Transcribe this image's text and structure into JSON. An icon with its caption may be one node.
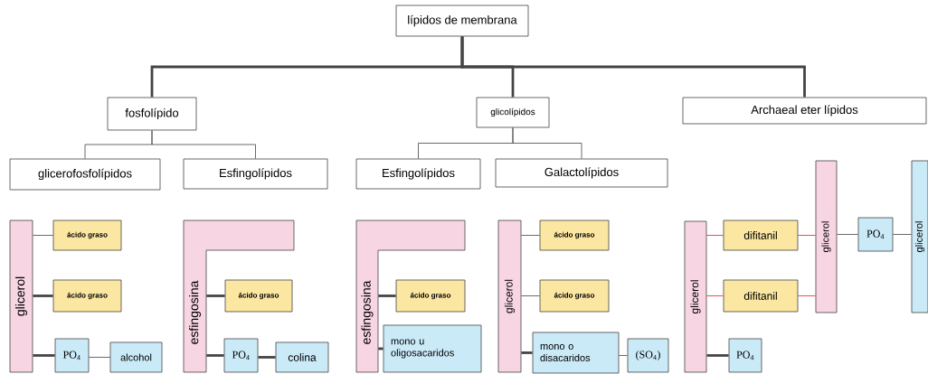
{
  "diagram": {
    "nodes": [
      {
        "text": [
          "lípidos de membrana"
        ]
      },
      {
        "text": [
          "fosfolípido"
        ]
      },
      {
        "text": [
          "glicolípidos"
        ]
      },
      {
        "text": [
          "Archaeal eter lípidos"
        ]
      },
      {
        "text": [
          "glicerofosfolípidos"
        ]
      },
      {
        "text": [
          "Esfingolípidos"
        ]
      },
      {
        "text": [
          "Esfingolípidos"
        ]
      },
      {
        "text": [
          "Galactolípidos"
        ]
      },
      {
        "text": [
          "glicerol"
        ]
      },
      {
        "text": [
          "ácido graso"
        ]
      },
      {
        "text": [
          "ácido graso"
        ]
      },
      {
        "text": [
          "PO$_{4}$"
        ]
      },
      {
        "text": [
          "alcohol"
        ]
      },
      {
        "text": [
          "esfingosina"
        ]
      },
      {
        "text": [
          "ácido graso"
        ]
      },
      {
        "text": [
          "PO$_{4}$"
        ]
      },
      {
        "text": [
          "colina"
        ]
      },
      {
        "text": [
          "esfingosina"
        ]
      },
      {
        "text": [
          "ácido graso"
        ]
      },
      {
        "text": [
          "mono u oligosacaridos"
        ]
      },
      {
        "text": [
          "glicerol"
        ]
      },
      {
        "text": [
          "ácido graso"
        ]
      },
      {
        "text": [
          "ácido graso"
        ]
      },
      {
        "text": [
          "mono o disacaridos"
        ]
      },
      {
        "text": [
          "(SO$_{4}$)"
        ]
      },
      {
        "text": [
          "glicerol"
        ]
      },
      {
        "text": [
          "difitanil"
        ]
      },
      {
        "text": [
          "difitanil"
        ]
      },
      {
        "text": [
          "glicerol"
        ]
      },
      {
        "text": [
          "PO$_{4}$"
        ]
      },
      {
        "text": [
          "glicerol"
        ]
      },
      {
        "text": [
          "PO$_{4}$"
        ]
      }
    ],
    "edges": [
      {
        "from": 0,
        "to": 1,
        "arrow": "none",
        "style": "thick"
      },
      {
        "from": 0,
        "to": 2,
        "arrow": "none",
        "style": "thick"
      },
      {
        "from": 0,
        "to": 3,
        "arrow": "none",
        "style": "thick"
      },
      {
        "from": 1,
        "to": 4,
        "arrow": "none"
      },
      {
        "from": 1,
        "to": 5,
        "arrow": "none"
      },
      {
        "from": 2,
        "to": 6,
        "arrow": "none"
      },
      {
        "from": 2,
        "to": 7,
        "arrow": "none"
      },
      {
        "from": 8,
        "to": 9,
        "arrow": "none"
      },
      {
        "from": 8,
        "to": 10,
        "arrow": "none",
        "style": "thick"
      },
      {
        "from": 8,
        "to": 11,
        "arrow": "none",
        "style": "thick"
      },
      {
        "from": 11,
        "to": 12,
        "arrow": "none"
      },
      {
        "from": 13,
        "to": 14,
        "arrow": "none",
        "style": "thick"
      },
      {
        "from": 13,
        "to": 15,
        "arrow": "none",
        "style": "thick"
      },
      {
        "from": 15,
        "to": 16,
        "arrow": "none",
        "style": "thick"
      },
      {
        "from": 17,
        "to": 18,
        "arrow": "none",
        "style": "thick"
      },
      {
        "from": 17,
        "to": 19,
        "arrow": "none",
        "style": "thick"
      },
      {
        "from": 20,
        "to": 21,
        "arrow": "none"
      },
      {
        "from": 20,
        "to": 22,
        "arrow": "none"
      },
      {
        "from": 20,
        "to": 23,
        "arrow": "none",
        "style": "thick"
      },
      {
        "from": 23,
        "to": 24,
        "arrow": "none"
      },
      {
        "from": 25,
        "to": 26,
        "arrow": "none",
        "color": "#e8202a"
      },
      {
        "from": 25,
        "to": 27,
        "arrow": "none",
        "color": "#e8202a"
      },
      {
        "from": 26,
        "to": 28,
        "arrow": "none",
        "color": "#e8202a"
      },
      {
        "from": 27,
        "to": 28,
        "arrow": "none",
        "color": "#e8202a"
      },
      {
        "from": 28,
        "to": 29,
        "arrow": "none"
      },
      {
        "from": 29,
        "to": 30,
        "arrow": "none"
      },
      {
        "from": 25,
        "to": 31,
        "arrow": "none",
        "style": "thick"
      }
    ]
  }
}
